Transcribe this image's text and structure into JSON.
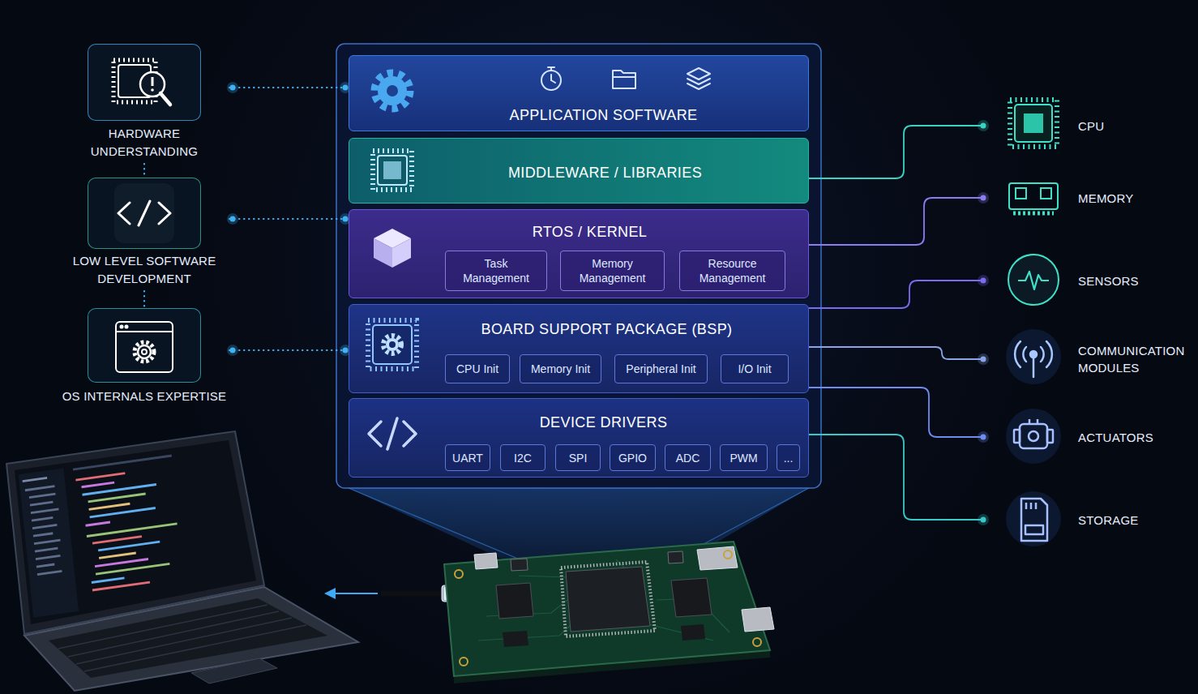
{
  "diagram": {
    "nodes": [
      {
        "text": [
          "HARDWARE UNDERSTANDING"
        ]
      },
      {
        "text": [
          "LOW LEVEL SOFTWARE DEVELOPMENT"
        ]
      },
      {
        "text": [
          "OS INTERNALS EXPERTISE"
        ]
      },
      {
        "text": [
          "APPLICATION SOFTWARE"
        ]
      },
      {
        "text": [
          "MIDDLEWARE / LIBRARIES"
        ]
      },
      {
        "text": [
          "RTOS / KERNEL"
        ]
      },
      {
        "text": [
          "Task Management"
        ],
        "in": 5
      },
      {
        "text": [
          "Memory Management"
        ],
        "in": 5
      },
      {
        "text": [
          "Resource Management"
        ],
        "in": 5
      },
      {
        "text": [
          "BOARD SUPPORT PACKAGE (BSP)"
        ]
      },
      {
        "text": [
          "CPU Init"
        ],
        "in": 9
      },
      {
        "text": [
          "Memory Init"
        ],
        "in": 9
      },
      {
        "text": [
          "Peripheral Init"
        ],
        "in": 9
      },
      {
        "text": [
          "I/O Init"
        ],
        "in": 9
      },
      {
        "text": [
          "DEVICE DRIVERS"
        ]
      },
      {
        "text": [
          "UART"
        ],
        "in": 14
      },
      {
        "text": [
          "I2C"
        ],
        "in": 14
      },
      {
        "text": [
          "SPI"
        ],
        "in": 14
      },
      {
        "text": [
          "GPIO"
        ],
        "in": 14
      },
      {
        "text": [
          "ADC"
        ],
        "in": 14
      },
      {
        "text": [
          "PWM"
        ],
        "in": 14
      },
      {
        "text": [
          "..."
        ],
        "in": 14
      },
      {
        "text": [
          "CPU"
        ]
      },
      {
        "text": [
          "MEMORY"
        ]
      },
      {
        "text": [
          "SENSORS"
        ]
      },
      {
        "text": [
          "COMMUNICATION MODULES"
        ]
      },
      {
        "text": [
          "ACTUATORS"
        ]
      },
      {
        "text": [
          "STORAGE"
        ]
      }
    ],
    "edges": [
      {
        "from": 0,
        "to": 1,
        "arrow": "none"
      },
      {
        "from": 1,
        "to": 2,
        "arrow": "none"
      },
      {
        "from": 0,
        "to": 3,
        "arrow": "none"
      },
      {
        "from": 1,
        "to": 5,
        "arrow": "none"
      },
      {
        "from": 2,
        "to": 9,
        "arrow": "none"
      },
      {
        "from": 4,
        "to": 22,
        "arrow": "none"
      },
      {
        "from": 5,
        "to": 23,
        "arrow": "none"
      },
      {
        "from": 9,
        "to": 24,
        "arrow": "none"
      },
      {
        "from": 9,
        "to": 25,
        "arrow": "none"
      },
      {
        "from": 9,
        "to": 26,
        "arrow": "none"
      },
      {
        "from": 14,
        "to": 27,
        "arrow": "none"
      }
    ]
  }
}
